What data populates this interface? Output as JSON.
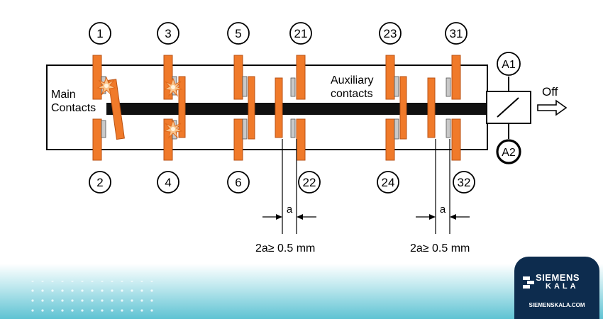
{
  "colors": {
    "contact": "#f07a2a",
    "contact_stroke": "#b85214",
    "bar": "#111111",
    "line": "#000000",
    "spark": "#f9c48c",
    "band_top": "#ffffff",
    "band_bottom": "#5fc3d3",
    "logo_bg": "#0d2c4e"
  },
  "labels": {
    "main": [
      "Main",
      "Contacts"
    ],
    "aux": [
      "Auxiliary",
      "contacts"
    ],
    "off": "Off",
    "coil_top": "A1",
    "coil_bottom": "A2",
    "gap": "a",
    "gap_note": "2a≥ 0.5 mm"
  },
  "terminals": {
    "top": [
      "1",
      "3",
      "5",
      "21",
      "23",
      "31"
    ],
    "bottom": [
      "2",
      "4",
      "6",
      "22",
      "24",
      "32"
    ]
  },
  "logo": {
    "word1": "SIEMENS",
    "word2": "KALA",
    "url": "SIEMENSKALA.COM",
    "icon": "siemenskala-logo-icon"
  }
}
